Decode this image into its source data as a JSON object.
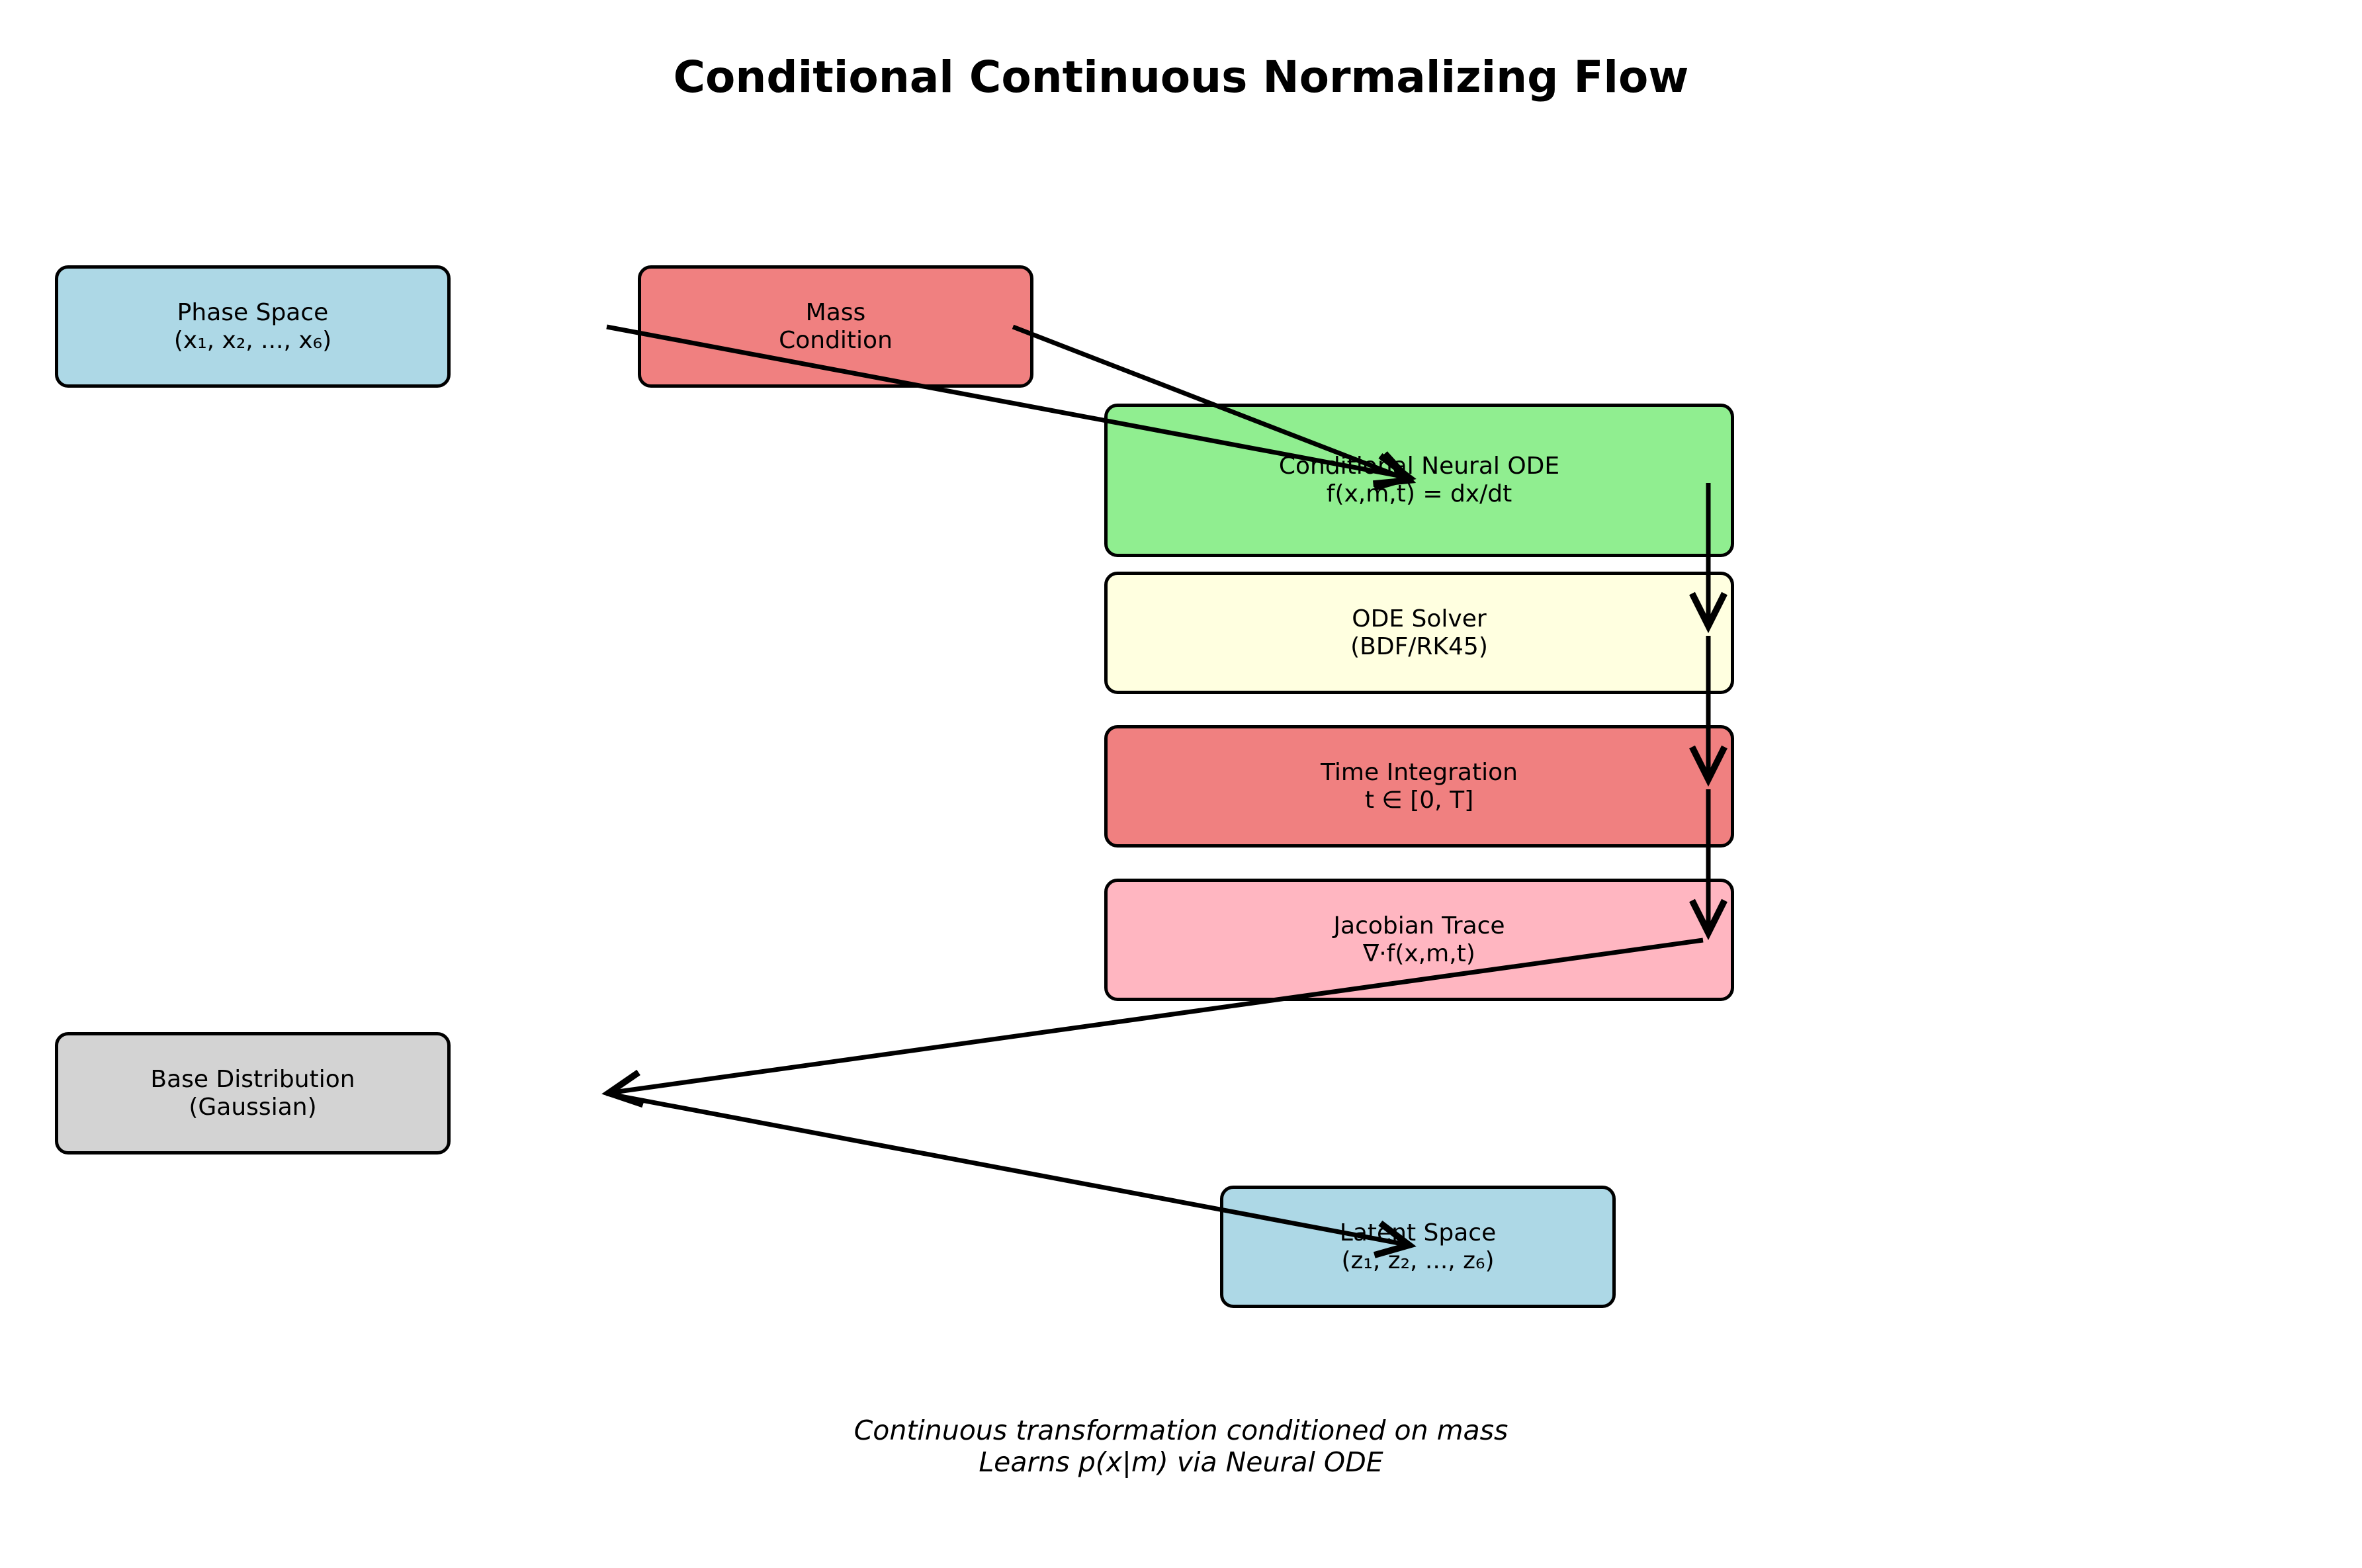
{
  "title": "Conditional Continuous Normalizing Flow",
  "nodes": {
    "phase_space": {
      "line1": "Phase Space",
      "line2": "(x₁, x₂, ..., x₆)",
      "color": "#add8e6"
    },
    "mass_condition": {
      "line1": "Mass",
      "line2": "Condition",
      "color": "#f08080"
    },
    "neural_ode": {
      "line1": "Conditional Neural ODE",
      "line2": "f(x,m,t) = dx/dt",
      "color": "#90ee90"
    },
    "ode_solver": {
      "line1": "ODE Solver",
      "line2": "(BDF/RK45)",
      "color": "#ffffe0"
    },
    "time_integration": {
      "line1": "Time Integration",
      "line2": "t ∈ [0, T]",
      "color": "#f08080"
    },
    "jacobian_trace": {
      "line1": "Jacobian Trace",
      "line2": "∇·f(x,m,t)",
      "color": "#ffb6c1"
    },
    "base_distribution": {
      "line1": "Base Distribution",
      "line2": "(Gaussian)",
      "color": "#d3d3d3"
    },
    "latent_space": {
      "line1": "Latent Space",
      "line2": "(z₁, z₂, ..., z₆)",
      "color": "#add8e6"
    }
  },
  "caption": {
    "line1": "Continuous transformation conditioned on mass",
    "line2": "Learns p(x|m) via Neural ODE"
  }
}
